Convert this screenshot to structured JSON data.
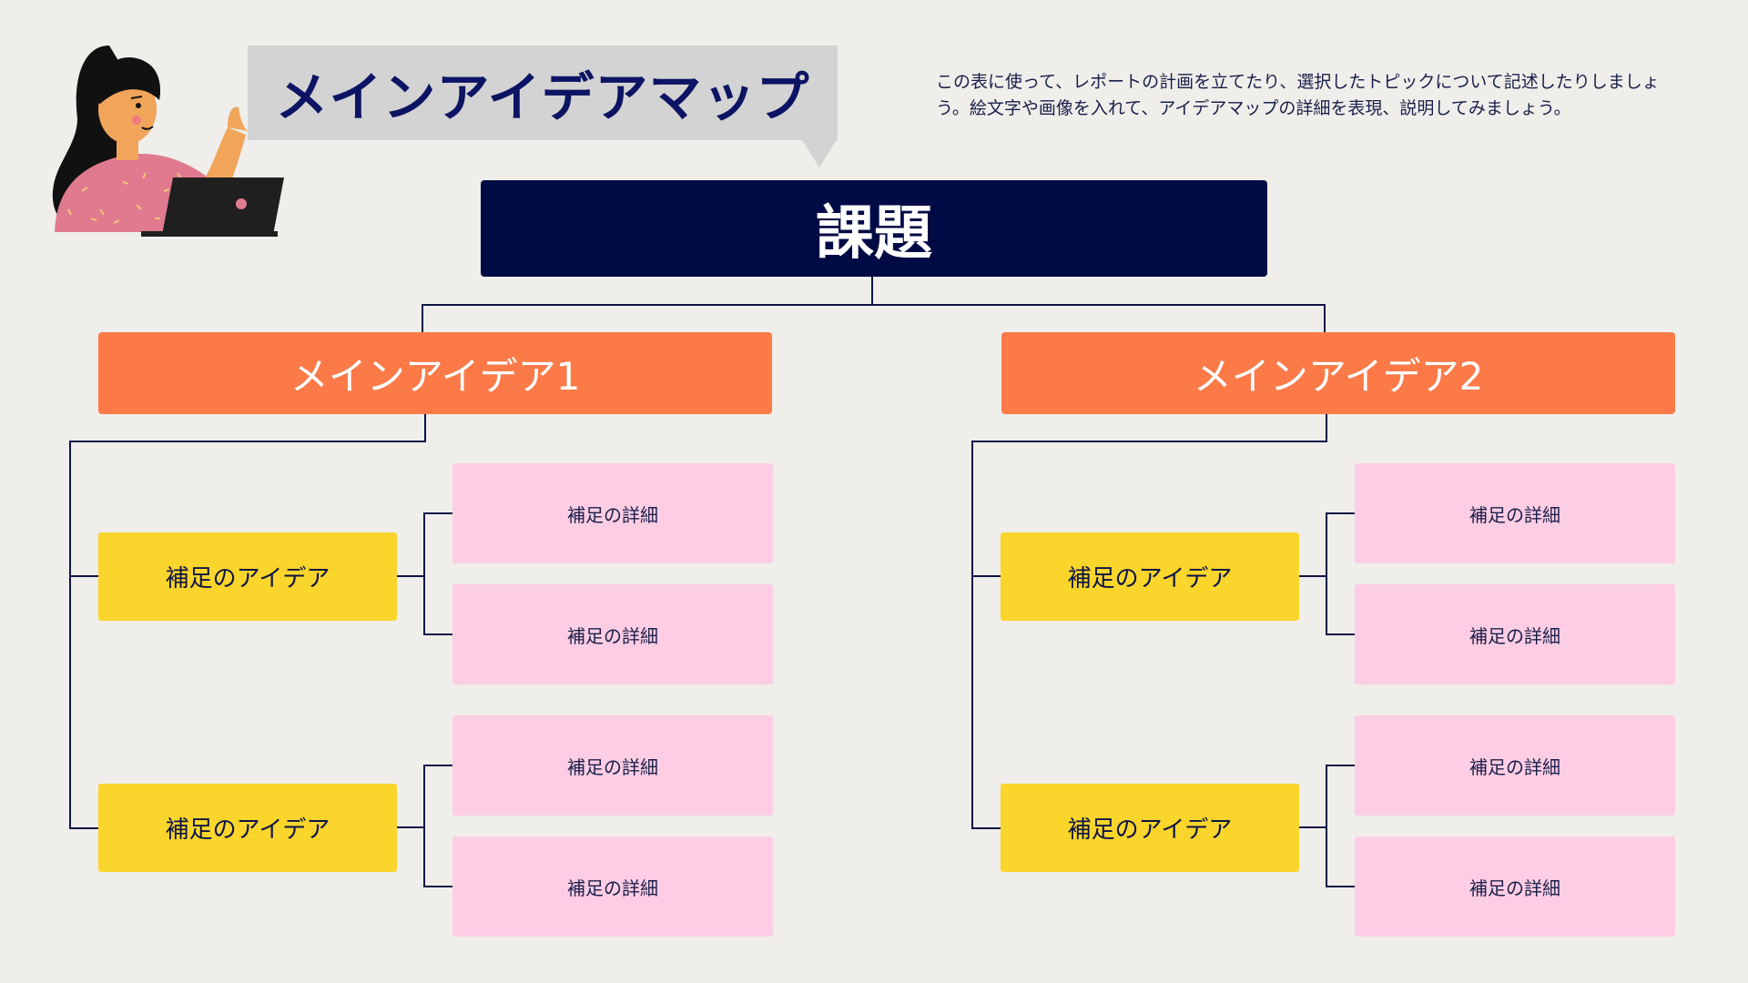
{
  "title": "メインアイデアマップ",
  "description": "この表に使って、レポートの計画を立てたり、選択したトピックについて記述したりしましょう。絵文字や画像を入れて、アイデアマップの詳細を表現、説明してみましょう。",
  "topic": "課題",
  "colors": {
    "background": "#efeeea",
    "navy": "#000a45",
    "orange": "#fb7a48",
    "yellow": "#fad52b",
    "pink": "#fccde3",
    "bubble": "#d3d3d3"
  },
  "icons": {
    "illustration": "woman-with-laptop-illustration"
  },
  "branches": [
    {
      "label": "メインアイデア1",
      "supporting": [
        {
          "label": "補足のアイデア",
          "details": [
            "補足の詳細",
            "補足の詳細"
          ]
        },
        {
          "label": "補足のアイデア",
          "details": [
            "補足の詳細",
            "補足の詳細"
          ]
        }
      ]
    },
    {
      "label": "メインアイデア2",
      "supporting": [
        {
          "label": "補足のアイデア",
          "details": [
            "補足の詳細",
            "補足の詳細"
          ]
        },
        {
          "label": "補足のアイデア",
          "details": [
            "補足の詳細",
            "補足の詳細"
          ]
        }
      ]
    }
  ]
}
